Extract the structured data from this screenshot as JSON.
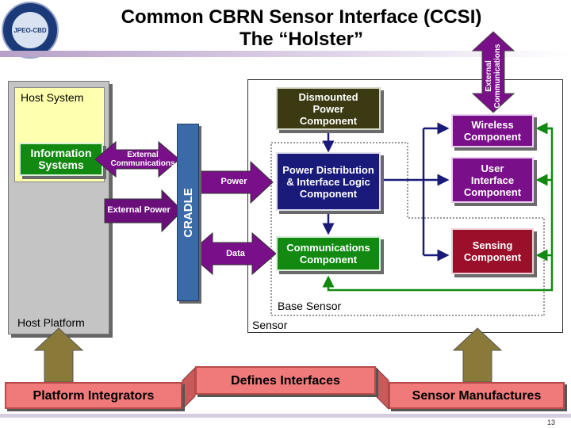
{
  "header": {
    "title_line1": "Common CBRN Sensor Interface (CCSI)",
    "title_line2": "The “Holster”",
    "logo_text": "JPEO-CBD"
  },
  "left": {
    "host_system": "Host System",
    "information_systems": "Information Systems",
    "host_platform": "Host Platform"
  },
  "middle": {
    "external_communications": "External Communications",
    "external_power": "External Power",
    "cradle": "CRADLE",
    "power": "Power",
    "data": "Data"
  },
  "sensor": {
    "dismounted_power": "Dismounted Power Component",
    "power_distribution": "Power Distribution & Interface Logic Component",
    "communications": "Communications Component",
    "wireless": "Wireless Component",
    "user_interface": "User Interface Component",
    "sensing": "Sensing Component",
    "base_sensor": "Base Sensor",
    "sensor": "Sensor",
    "external_communications": "External Communications"
  },
  "bottom": {
    "defines_interfaces": "Defines Interfaces",
    "platform_integrators": "Platform Integrators",
    "sensor_manufactures": "Sensor Manufactures"
  },
  "footer": {
    "page_number": "13"
  },
  "colors": {
    "purple_arrow": "#7a0f8a",
    "navy": "#1a1a7a",
    "green": "#128a12",
    "cradle": "#3a6aa8",
    "pink": "#f07a7a",
    "khaki": "#8a7a3a"
  }
}
